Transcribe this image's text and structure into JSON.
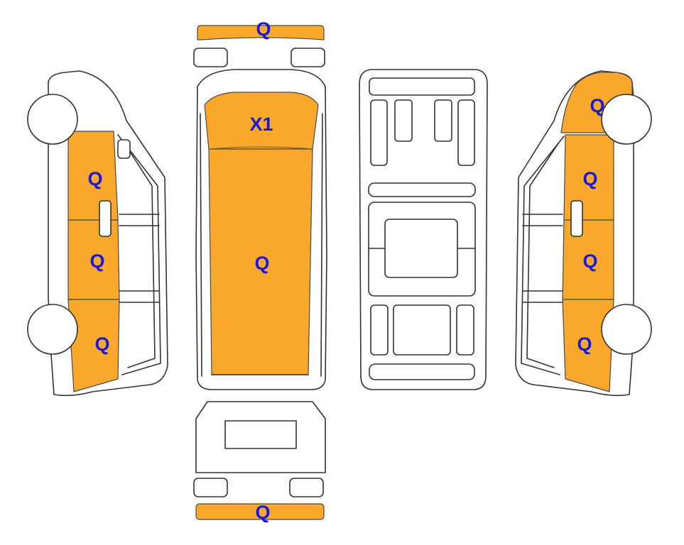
{
  "colors": {
    "damaged_part": "#f9a82c",
    "code_text": "#1a1ad6",
    "outline": "#333333",
    "background": "#ffffff"
  },
  "views": {
    "front": {
      "bumper_code": "Q"
    },
    "top": {
      "roof_front_code": "X1",
      "roof_main_code": "Q"
    },
    "left": {
      "front_door_code": "Q",
      "middle_panel_code": "Q",
      "rear_panel_code": "Q"
    },
    "right": {
      "front_fender_code": "Q",
      "front_door_code": "Q",
      "middle_panel_code": "Q",
      "rear_panel_code": "Q"
    },
    "rear": {
      "bumper_code": "Q"
    }
  }
}
